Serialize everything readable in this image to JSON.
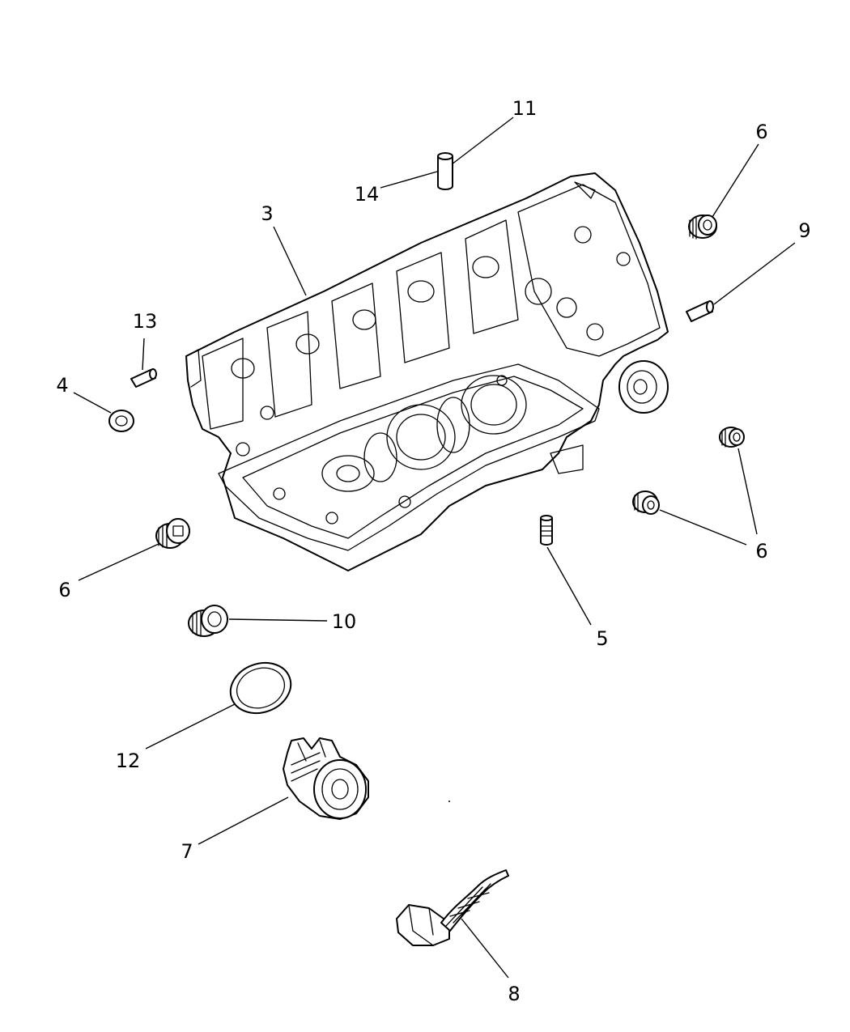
{
  "callouts": {
    "c11": "11",
    "c14": "14",
    "c6a": "6",
    "c9": "9",
    "c3": "3",
    "c13": "13",
    "c4": "4",
    "c6b": "6",
    "c6c": "6",
    "c5": "5",
    "c10": "10",
    "c12": "12",
    "c7": "7",
    "c8": "8"
  }
}
